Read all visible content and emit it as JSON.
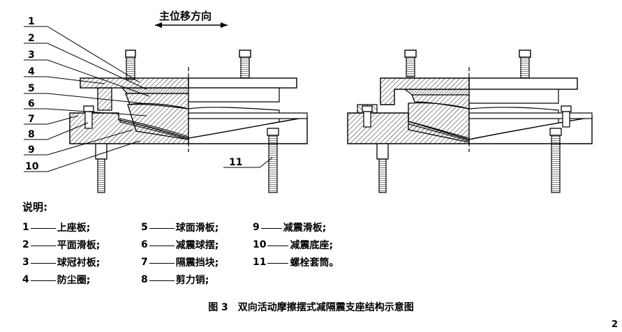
{
  "diagram": {
    "direction_label": "主位移方向",
    "callouts": [
      "1",
      "2",
      "3",
      "4",
      "5",
      "6",
      "7",
      "8",
      "9",
      "10",
      "11"
    ]
  },
  "legend": {
    "title": "说明:",
    "items": [
      {
        "num": "1",
        "label": "上座板;"
      },
      {
        "num": "2",
        "label": "平面滑板;"
      },
      {
        "num": "3",
        "label": "球冠衬板;"
      },
      {
        "num": "4",
        "label": "防尘圈;"
      },
      {
        "num": "5",
        "label": "球面滑板;"
      },
      {
        "num": "6",
        "label": "减震球摆;"
      },
      {
        "num": "7",
        "label": "隔震挡块;"
      },
      {
        "num": "8",
        "label": "剪力销;"
      },
      {
        "num": "9",
        "label": "减震滑板;"
      },
      {
        "num": "10",
        "label": "减震底座;"
      },
      {
        "num": "11",
        "label": "螺栓套筒。"
      }
    ]
  },
  "caption": "图 3　双向活动摩擦摆式减隔震支座结构示意图",
  "page_number": "2"
}
